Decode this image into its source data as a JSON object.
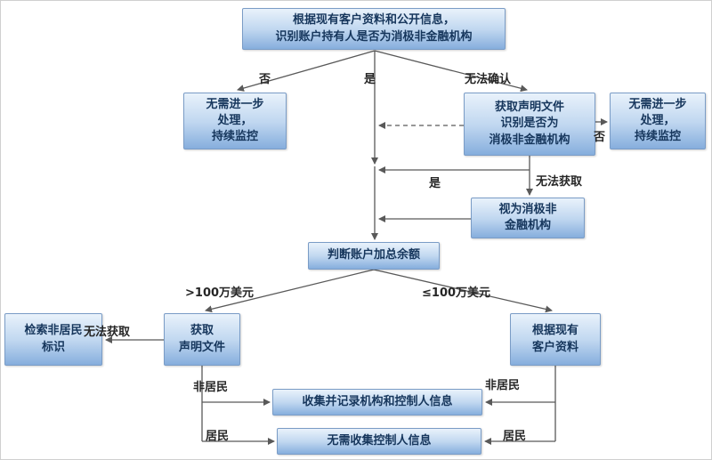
{
  "colors": {
    "box_fill_top": "#e9f2fb",
    "box_fill_bottom": "#86aedd",
    "box_border": "#7a9cc6",
    "box_text": "#16365c",
    "arrow": "#595959",
    "label_text": "#262626",
    "background": "#ffffff"
  },
  "nodes": {
    "start": {
      "text": "根据现有客户资料和公开信息，\n识别账户持有人是否为消极非金融机构"
    },
    "monitor_left": {
      "text": "无需进一步\n处理，\n持续监控"
    },
    "obtain_statement_identify": {
      "text": "获取声明文件\n识别是否为\n消极非金融机构"
    },
    "monitor_right": {
      "text": "无需进一步\n处理，\n持续监控"
    },
    "deemed_passive": {
      "text": "视为消极非\n金融机构"
    },
    "judge_balance": {
      "text": "判断账户加总余额"
    },
    "obtain_statement": {
      "text": "获取\n声明文件"
    },
    "search_nonresident": {
      "text": "检索非居民\n标识"
    },
    "existing_info": {
      "text": "根据现有\n客户资料"
    },
    "collect_record": {
      "text": "收集并记录机构和控制人信息"
    },
    "no_collect": {
      "text": "无需收集控制人信息"
    }
  },
  "edge_labels": {
    "no1": "否",
    "yes1": "是",
    "unconfirmed": "无法确认",
    "no2": "否",
    "cannot_obtain1": "无法获取",
    "yes2": "是",
    "gt_1m": ">100万美元",
    "le_1m": "≤100万美元",
    "cannot_obtain2": "无法获取",
    "nonresident_left": "非居民",
    "resident_left": "居民",
    "nonresident_right": "非居民",
    "resident_right": "居民"
  }
}
